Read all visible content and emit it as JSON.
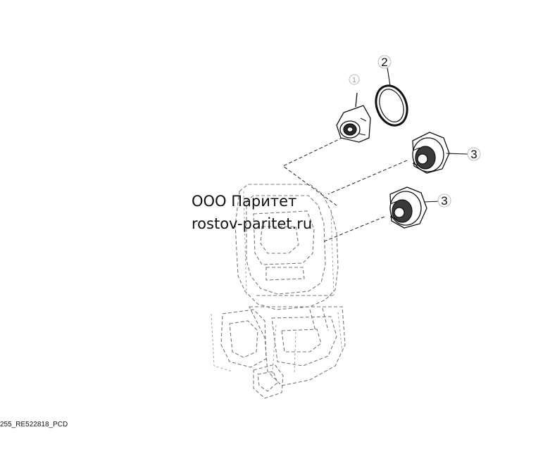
{
  "callouts": [
    {
      "label": "1",
      "part": "thermostat"
    },
    {
      "label": "2",
      "part": "o-ring"
    },
    {
      "label": "3",
      "part": "thermostat-seal"
    },
    {
      "label": "3",
      "part": "thermostat-seal"
    }
  ],
  "watermark": {
    "company": "ООО Паритет",
    "site": "rostov-paritet.ru"
  },
  "caption": "255_RE522818_PCD"
}
